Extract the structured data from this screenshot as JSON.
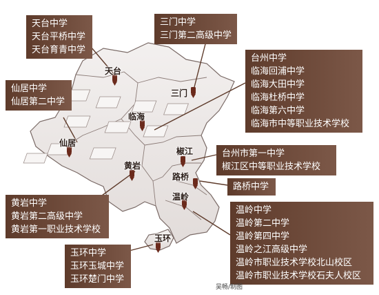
{
  "colors": {
    "label_box": "#5e3b2b",
    "label_box_light": "#7c5848",
    "region_fill": "#eeeaea",
    "region_border": "#7a6a66",
    "leader_line": "#5e3b2b",
    "marker": "#6b2a1c"
  },
  "cities": {
    "tiantai": "天台",
    "sanmen": "三门",
    "linhai": "临海",
    "xianju": "仙居",
    "jiaojiang": "椒江",
    "huangyan": "黄岩",
    "luqiao": "路桥",
    "wenling": "温岭",
    "yuhuan": "玉环"
  },
  "schools": {
    "tiantai": [
      "天台中学",
      "天台平桥中学",
      "天台育青中学"
    ],
    "sanmen": [
      "三门中学",
      "三门第二高级中学"
    ],
    "linhai": [
      "台州中学",
      "临海回浦中学",
      "临海大田中学",
      "临海杜桥中学",
      "临海第六中学",
      "临海市中等职业技术学校"
    ],
    "xianju": [
      "仙居中学",
      "仙居第二中学"
    ],
    "jiaojiang": [
      "台州市第一中学",
      "椒江区中等职业技术学校"
    ],
    "luqiao": [
      "路桥中学"
    ],
    "huangyan": [
      "黄岩中学",
      "黄岩第二高级中学",
      "黄岩第一职业技术学校"
    ],
    "yuhuan": [
      "玉环中学",
      "玉环玉城中学",
      "玉环楚门中学"
    ],
    "wenling": [
      "温岭中学",
      "温岭第二中学",
      "温岭第四中学",
      "温岭之江高级中学",
      "温岭市职业技术学校北山校区",
      "温岭市职业技术学校石夫人校区"
    ]
  },
  "credit": "吴畅/制图"
}
